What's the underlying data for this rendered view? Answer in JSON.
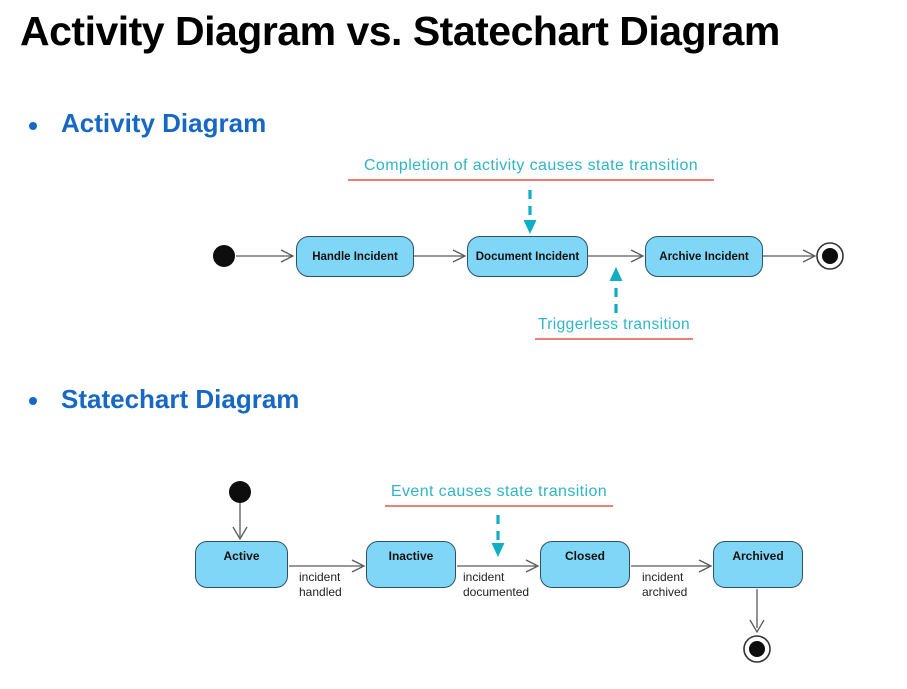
{
  "title": "Activity Diagram vs. Statechart Diagram",
  "bullet_char": "",
  "activity_section": {
    "heading": "Activity Diagram",
    "annotation_top": "Completion of activity causes state transition",
    "annotation_bottom": "Triggerless transition",
    "nodes": [
      "Handle Incident",
      "Document Incident",
      "Archive Incident"
    ]
  },
  "statechart_section": {
    "heading": "Statechart Diagram",
    "annotation": "Event causes state transition",
    "states": [
      "Active",
      "Inactive",
      "Closed",
      "Archived"
    ],
    "transition_labels": [
      "incident\nhandled",
      "incident\ndocumented",
      "incident\narchived"
    ]
  },
  "colors": {
    "heading_blue": "#1668c4",
    "annotation_cyan": "#2fb5c8",
    "underline_red": "#ee7e76",
    "dashed_arrow_teal": "#10aec6",
    "node_fill": "#80d6f6",
    "node_border": "#2d5069",
    "arrow_gray": "#5a5a5a",
    "title_black": "#000000"
  }
}
